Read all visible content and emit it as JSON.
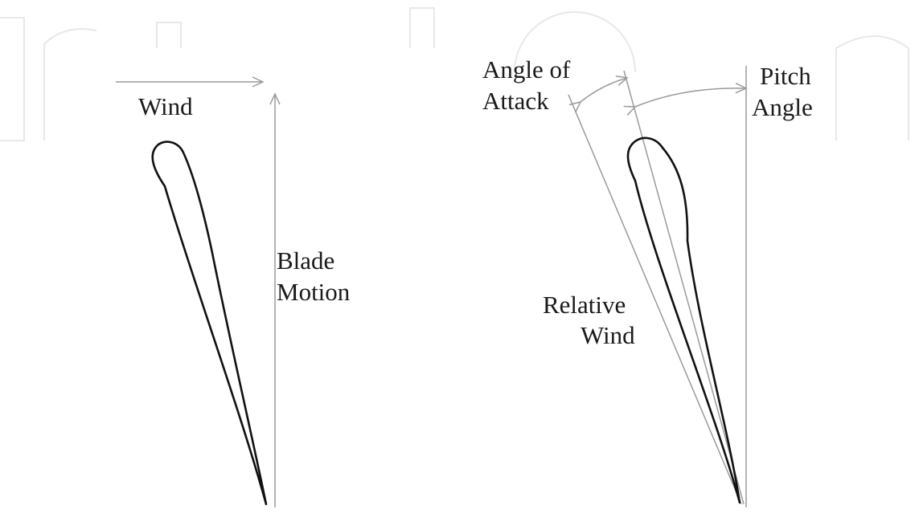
{
  "diagram": {
    "left_panel": {
      "wind_label": "Wind",
      "blade_motion_label": [
        "Blade",
        "Motion"
      ]
    },
    "right_panel": {
      "angle_of_attack_label": [
        "Angle of",
        "Attack"
      ],
      "pitch_angle_label": [
        "Pitch",
        "Angle"
      ],
      "relative_wind_label": [
        "Relative",
        "Wind"
      ]
    }
  },
  "colors": {
    "airfoil_stroke": "#111111",
    "arrow_stroke": "#9a9a9a",
    "watermark_stroke": "#e8e8e8",
    "label_text": "#1a1a1a"
  }
}
